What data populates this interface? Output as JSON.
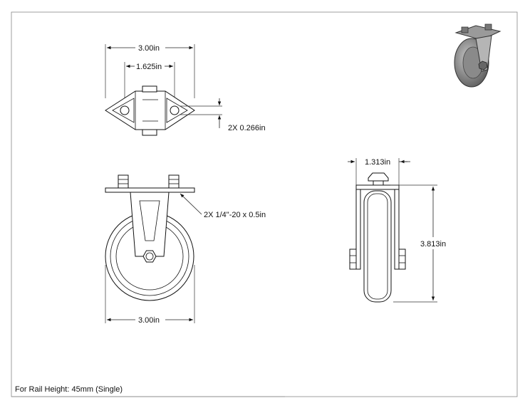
{
  "drawing": {
    "dimensions": {
      "top_width": "3.00in",
      "top_hole_spacing": "1.625in",
      "top_hole_dia": "2X 0.266in",
      "front_thread": "2X 1/4\"-20 x 0.5in",
      "front_width": "3.00in",
      "side_width": "1.313in",
      "side_height": "3.813in"
    },
    "title_block": {
      "note": "For Rail Height: 45mm (Single)"
    }
  }
}
